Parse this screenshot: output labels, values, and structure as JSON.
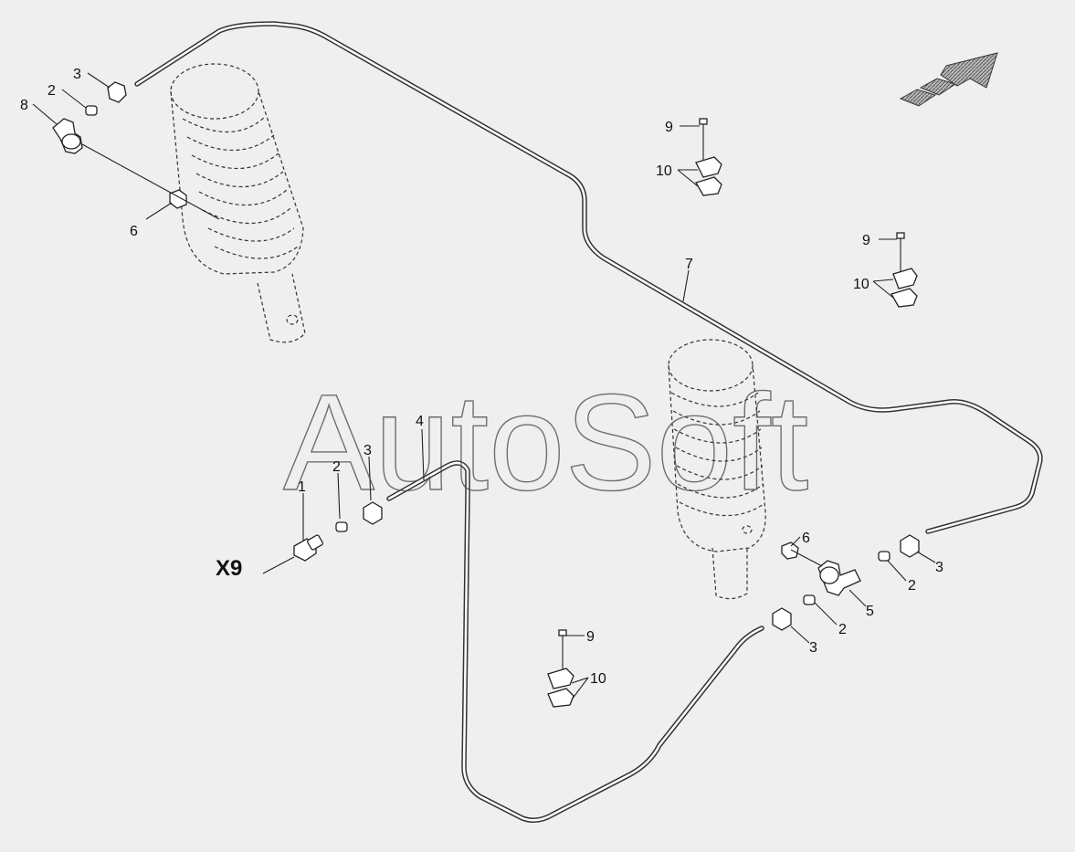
{
  "watermark": "AutoSoft",
  "view_label": "X9",
  "callouts": {
    "c3a": "3",
    "c2a": "2",
    "c8": "8",
    "c6a": "6",
    "c9a": "9",
    "c10a": "10",
    "c9b": "9",
    "c10b": "10",
    "c7": "7",
    "c4": "4",
    "c3b": "3",
    "c2b": "2",
    "c1": "1",
    "c6b": "6",
    "c2c": "2",
    "c3c": "3",
    "c5": "5",
    "c2d": "2",
    "c3d": "3",
    "c9c": "9",
    "c10c": "10"
  },
  "colors": {
    "line": "#222222",
    "background": "#efefef",
    "watermark": "#444444"
  },
  "icons": [
    "direction-arrow-icon"
  ]
}
